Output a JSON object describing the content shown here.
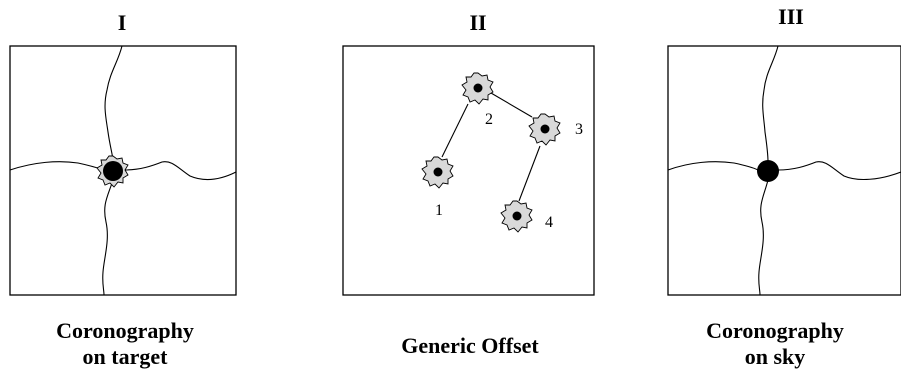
{
  "panels": [
    {
      "id": "I",
      "title": "I",
      "caption": [
        "Coronography",
        "on target"
      ]
    },
    {
      "id": "II",
      "title": "II",
      "caption": [
        "Generic Offset"
      ]
    },
    {
      "id": "III",
      "title": "III",
      "caption": [
        "Coronography",
        "on sky"
      ]
    }
  ],
  "offset_positions": [
    "1",
    "2",
    "3",
    "4"
  ],
  "colors": {
    "ink": "#000000",
    "halo": "#d9d9d9",
    "background": "#ffffff"
  }
}
